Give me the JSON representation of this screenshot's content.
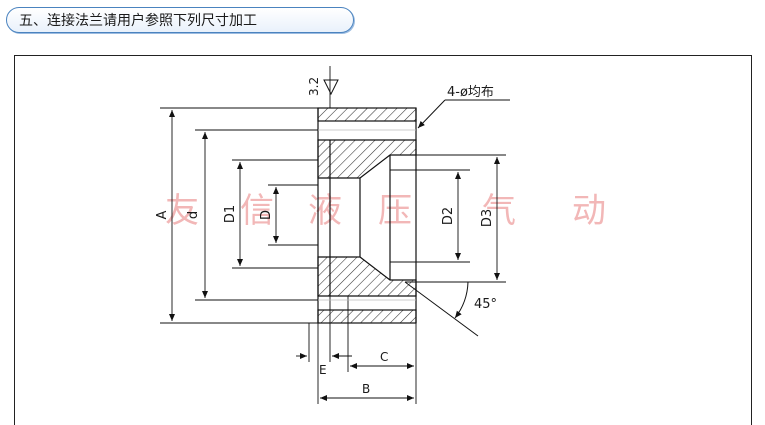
{
  "heading": {
    "text": "五、连接法兰请用户参照下列尺寸加工"
  },
  "drawing": {
    "surface_finish": "3.2",
    "hole_note": "4-ø均布",
    "angle_label": "45°",
    "dims": {
      "A": "A",
      "d": "d",
      "D1": "D1",
      "D": "D",
      "D2": "D2",
      "D3": "D3",
      "E": "E",
      "B": "B",
      "C": "C"
    },
    "watermark": [
      "友",
      "信",
      "液",
      "压",
      "气",
      "动"
    ]
  },
  "colors": {
    "accent": "#4a83bf",
    "watermark": "#f2b7b7",
    "line": "#1a1a1a"
  }
}
